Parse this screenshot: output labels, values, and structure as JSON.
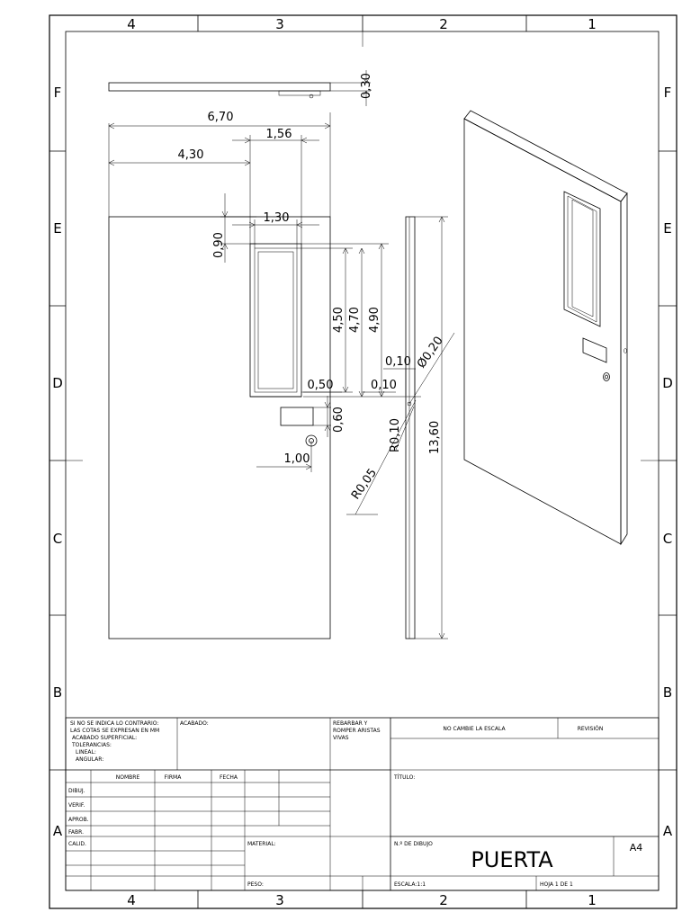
{
  "sheet": {
    "zones_top": [
      "4",
      "3",
      "2",
      "1"
    ],
    "zones_bottom": [
      "4",
      "3",
      "2",
      "1"
    ],
    "zones_left": [
      "F",
      "E",
      "D",
      "C",
      "B",
      "A"
    ],
    "zones_right": [
      "F",
      "E",
      "D",
      "C",
      "B",
      "A"
    ]
  },
  "dimensions": {
    "thickness_top": "0,30",
    "overall_width": "6,70",
    "window_width": "1,56",
    "window_offset": "4,30",
    "window_frame": "1,30",
    "top_gap": "0,90",
    "h_450": "4,50",
    "h_470": "4,70",
    "h_490": "4,90",
    "d010a": "0,10",
    "diam020": "Ø0,20",
    "d050": "0,50",
    "d010b": "0,10",
    "d060": "0,60",
    "r010": "R0,10",
    "height_total": "13,60",
    "d100": "1,00",
    "r005": "R0,05"
  },
  "title_block": {
    "general_notes": [
      "SI NO SE INDICA LO CONTRARIO:",
      "LAS COTAS SE EXPRESAN EN MM",
      "ACABADO SUPERFICIAL:",
      "TOLERANCIAS:",
      "LINEAL:",
      "ANGULAR:"
    ],
    "finish_label": "ACABADO:",
    "deburr": [
      "REBARBAR Y",
      "ROMPER ARISTAS",
      "VIVAS"
    ],
    "no_scale": "NO CAMBIE LA ESCALA",
    "revision": "REVISIÓN",
    "col_name": "NOMBRE",
    "col_signature": "FIRMA",
    "col_date": "FECHA",
    "rows": [
      "DIBUJ.",
      "VERIF.",
      "APROB.",
      "FABR.",
      "CALID."
    ],
    "title_label": "TÍTULO:",
    "material_label": "MATERIAL:",
    "drawing_no_label": "N.º DE DIBUJO",
    "drawing_name": "PUERTA",
    "sheet_size": "A4",
    "weight_label": "PESO:",
    "scale_label": "ESCALA:1:1",
    "sheet_label": "HOJA 1 DE 1"
  }
}
